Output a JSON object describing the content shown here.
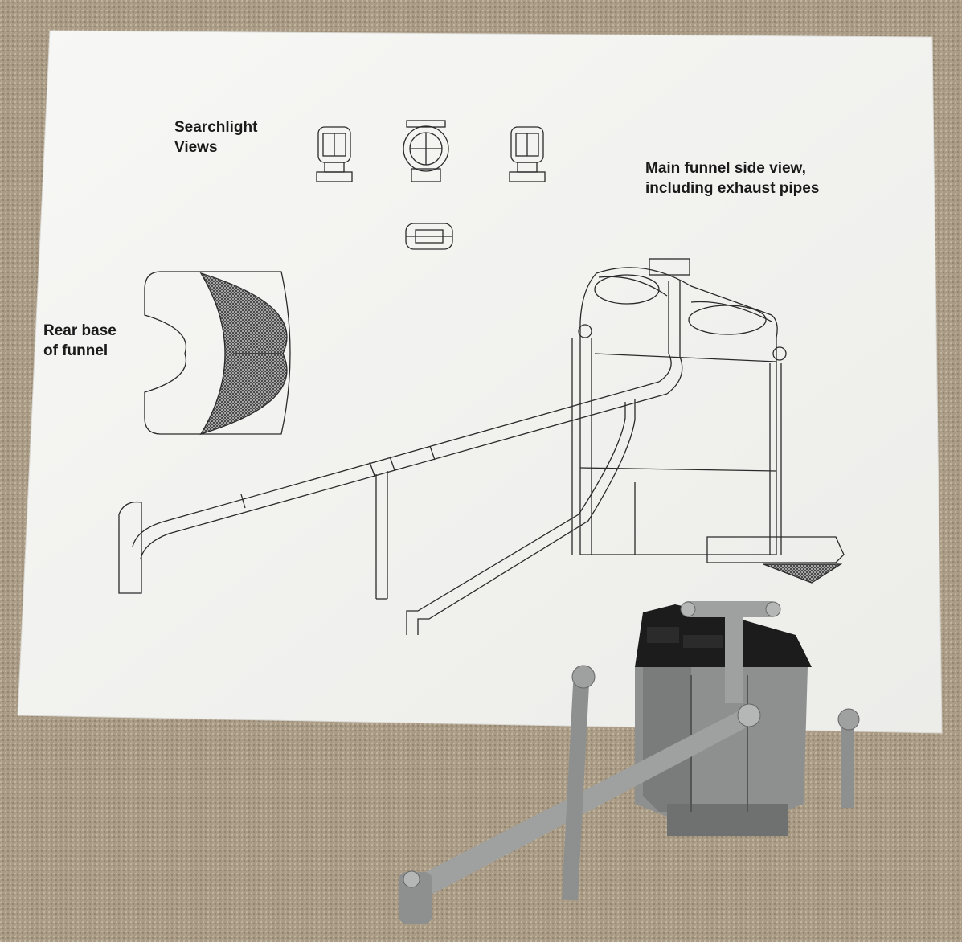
{
  "labels": {
    "searchlight": [
      "Searchlight",
      "Views"
    ],
    "main_funnel": [
      "Main funnel side view,",
      "including exhaust pipes"
    ],
    "rear_base": [
      "Rear base",
      "of funnel"
    ]
  },
  "colors": {
    "carpet": "#a89a84",
    "paper": "#f5f5f3",
    "ink": "#2a2a2a",
    "lego_light_gray": "#9fa1a0",
    "lego_dark_gray": "#6f7170",
    "lego_black": "#1c1c1c"
  }
}
